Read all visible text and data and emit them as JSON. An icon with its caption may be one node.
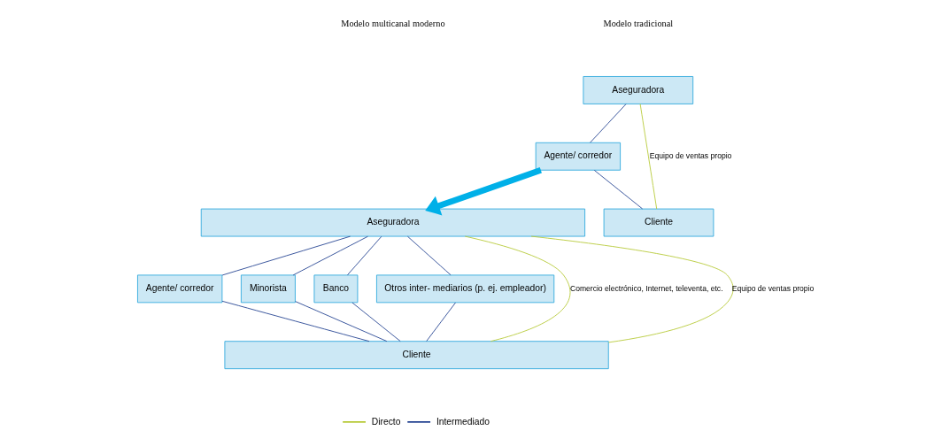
{
  "diagram": {
    "nodes": [
      {
        "text": [
          "Aseguradora"
        ]
      },
      {
        "text": [
          "Agente/ corredor"
        ]
      },
      {
        "text": [
          "Cliente"
        ]
      },
      {
        "text": [
          "Aseguradora"
        ]
      },
      {
        "text": [
          "Agente/ corredor"
        ]
      },
      {
        "text": [
          "Minorista"
        ]
      },
      {
        "text": [
          "Banco"
        ]
      },
      {
        "text": [
          "Otros inter- mediarios (p. ej. empleador)"
        ]
      },
      {
        "text": [
          "Cliente"
        ]
      }
    ],
    "edges": [
      {
        "from": 0,
        "to": 1,
        "arrow": "none"
      },
      {
        "from": 1,
        "to": 2,
        "arrow": "none"
      },
      {
        "from": 0,
        "to": 2,
        "arrow": "none",
        "label": "Equipo de ventas propio",
        "color": "#b5c832"
      },
      {
        "from": 1,
        "to": 3,
        "arrow": "to",
        "style": "thick",
        "color": "#00b0e8"
      },
      {
        "from": 3,
        "to": 8,
        "arrow": "none",
        "label": "Comercio electrónico, Internet, televenta, etc.",
        "color": "#b5c832"
      },
      {
        "from": 3,
        "to": 8,
        "arrow": "none",
        "label": "Equipo de ventas propio",
        "color": "#b5c832"
      },
      {
        "from": 3,
        "to": 4,
        "arrow": "none"
      },
      {
        "from": 4,
        "to": 8,
        "arrow": "none"
      },
      {
        "from": 3,
        "to": 5,
        "arrow": "none"
      },
      {
        "from": 5,
        "to": 8,
        "arrow": "none"
      },
      {
        "from": 3,
        "to": 6,
        "arrow": "none"
      },
      {
        "from": 6,
        "to": 8,
        "arrow": "none"
      },
      {
        "from": 3,
        "to": 7,
        "arrow": "none"
      },
      {
        "from": 7,
        "to": 8,
        "arrow": "none"
      }
    ],
    "labels": [
      "Modelo tradicional",
      "Modelo multicanal moderno"
    ],
    "legend": [
      {
        "text": "Directo"
      },
      {
        "text": "Intermediado"
      }
    ]
  }
}
